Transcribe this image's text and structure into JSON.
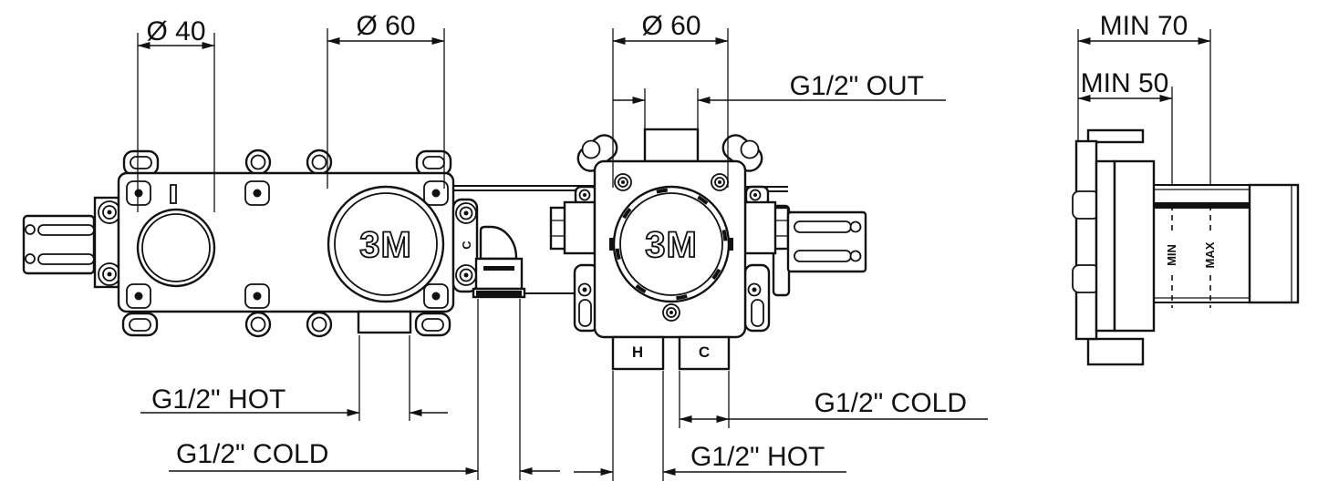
{
  "colors": {
    "ink": "#111111",
    "paper": "#ffffff"
  },
  "left_unit": {
    "logo": "3M",
    "dim_small_circle": "Ø 40",
    "dim_large_circle": "Ø 60",
    "label_hot": "G1/2\" HOT",
    "label_cold": "G1/2\" COLD",
    "marking_cold": "C"
  },
  "middle_unit": {
    "logo": "3M",
    "dim_circle": "Ø 60",
    "label_out": "G1/2\" OUT",
    "label_hot": "G1/2\" HOT",
    "label_cold": "G1/2\" COLD",
    "marking_hot": "H",
    "marking_cold": "C"
  },
  "side_view": {
    "dim_max": "MIN 70",
    "dim_min": "MIN 50",
    "marking_min": "MIN",
    "marking_max": "MAX"
  }
}
